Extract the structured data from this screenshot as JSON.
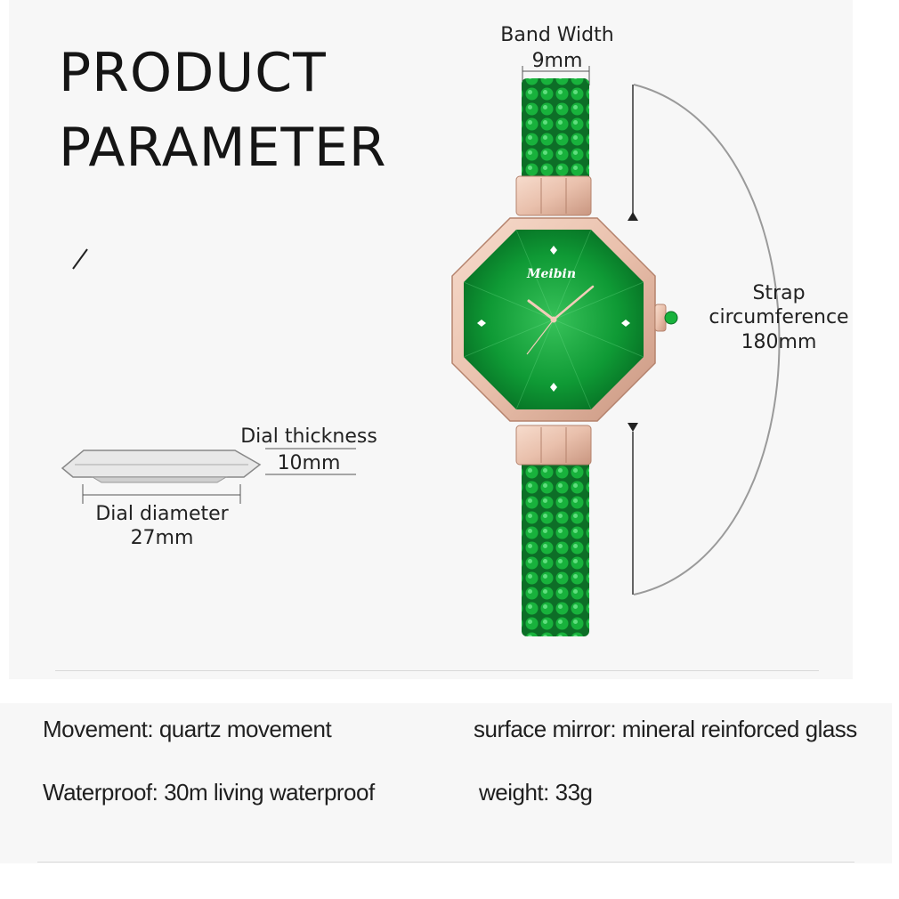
{
  "title": {
    "line1": "PRODUCT",
    "line2": "PARAMETER"
  },
  "dimensions": {
    "band_width": {
      "label": "Band Width",
      "value": "9mm"
    },
    "strap_circumference": {
      "label_line1": "Strap",
      "label_line2": "circumference",
      "value": "180mm"
    },
    "dial_thickness": {
      "label": "Dial thickness",
      "value": "10mm"
    },
    "dial_diameter": {
      "label": "Dial diameter",
      "value": "27mm"
    }
  },
  "brand": "Meibin",
  "specs": {
    "movement": "Movement: quartz movement",
    "surface": "surface mirror: mineral reinforced glass",
    "waterproof": "Waterproof: 30m living waterproof",
    "weight": "weight: 33g"
  },
  "colors": {
    "dial_green": "#0f9a35",
    "rose_gold": "#e9c0ac",
    "stone_green": "#18b23c",
    "background": "#f7f7f7"
  }
}
